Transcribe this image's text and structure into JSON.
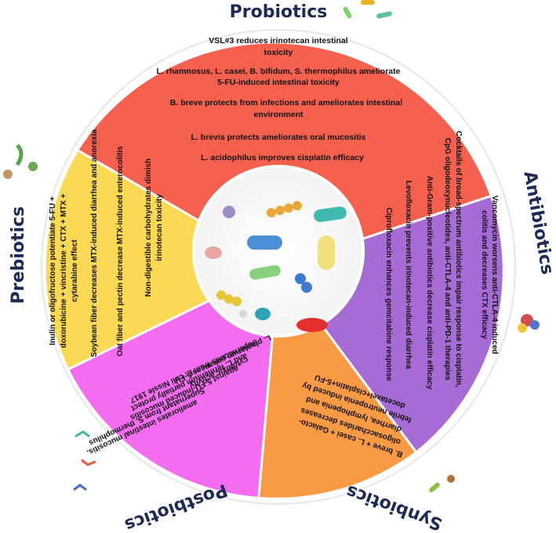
{
  "titles": {
    "probiotics_top": "Probiotics",
    "antibiotics": "Antibiotics",
    "synbiotics": "Synbiotics",
    "postbiotics": "Postbiotics",
    "prebiotics": "Prebiotics"
  },
  "probiotics": {
    "l1": "VSL#3 reduces irinotecan intestinal",
    "l2": "toxicity",
    "l3": "L. rhamnosus, L. casei, B. bifidum, S. thermophilus ameliorate",
    "l4": "5-FU-induced intestinal toxicity",
    "l5": "B. breve protects from infections and ameliorates intestinal",
    "l6": "environment",
    "l7": "L. brevis protects ameliorates oral mucositis",
    "l8": "L. acidophilus improves cisplatin efficacy"
  },
  "antibiotics": {
    "l1": "Vancomycin worsens anti-CTLA-4 induced",
    "l2": "colitis and decreases CTX efficacy",
    "l3": "Cocktails of broad-spectrum antibiotics impair response to cisplatin,",
    "l4": "CpG oligodeoxynucleotides, anti-CTLA-4 and anti-PD-1 therapies",
    "l5": "Anti-Gram-positive antibiotics decrease cisplatin efficacy",
    "l6": "Levofloxacin prevents irinotecan-induced diarrhea",
    "l7": "Ciprofloxacin enhances gemcitabine response"
  },
  "synbiotics": {
    "l1": "B. breve + L. casei + Galacto-",
    "l2": "oligosaccharides decreases",
    "l3": "diarrhea, lymphopenia and",
    "l4": "febrile neutropenia induced by",
    "l5": "docetaxel+cisplatin+5-FU"
  },
  "postbiotics": {
    "l1": "L. plantarum enhances 5-FU",
    "l2": "cytotoxic activity",
    "l3": "Supernatants from E. coli Nissle 1917",
    "l4": "and L. fermentum partially protect",
    "l5": "against 5-FU-induced mucositis",
    "l6": "Supernatant from S. thermophilus",
    "l7": "ameliorates intestinal mucositis."
  },
  "prebiotics": {
    "l1": "Inulin or oligofructose potentiate 5-FU +",
    "l2": "doxorubicine + vincristine + CTX + MTX +",
    "l3": "cytarabine effect",
    "l4": "Soybean fiber decreases MTX-induced diarrhea and anorexia",
    "l5": "Oat fiber and pectin decrease MTX-induced enterocolitis",
    "l6": "Non-digestible carbohydrates dimish",
    "l7": "irinotecan toxicity"
  },
  "colors": {
    "probiotics": "#f5604f",
    "antibiotics": "#a76bd6",
    "synbiotics": "#f99a45",
    "postbiotics": "#f46cf0",
    "prebiotics": "#fbd954",
    "title": "#1c2a55"
  }
}
